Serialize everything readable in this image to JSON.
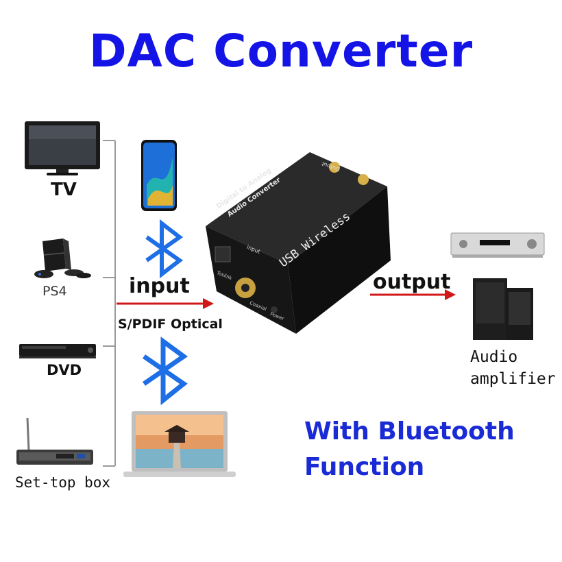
{
  "title": "DAC Converter",
  "sources": [
    {
      "label": "TV",
      "icon": "tv-icon"
    },
    {
      "label": "PS4",
      "icon": "ps4-console-icon"
    },
    {
      "label": "DVD",
      "icon": "dvd-player-icon"
    },
    {
      "label": "Set-top box",
      "icon": "set-top-box-icon"
    }
  ],
  "input_label": "input",
  "input_sub_label": "S/PDIF Optical",
  "output_label": "output",
  "destination": {
    "line1": "Audio",
    "line2": "amplifier"
  },
  "device": {
    "top_text_line1": "Digital to Analog",
    "top_text_line2": "Audio Converter",
    "front_text": "USB Wireless",
    "input_port_label": "input",
    "output_port_label": "Output",
    "toslink_label": "Toslink",
    "coaxial_label": "Coaxial",
    "power_label": "Power"
  },
  "feature_text": {
    "line1": "With Bluetooth",
    "line2": "Function"
  },
  "colors": {
    "title": "#1414e6",
    "feature": "#1a2bd6",
    "arrow": "#d01818",
    "bluetooth": "#1e6ee6"
  }
}
